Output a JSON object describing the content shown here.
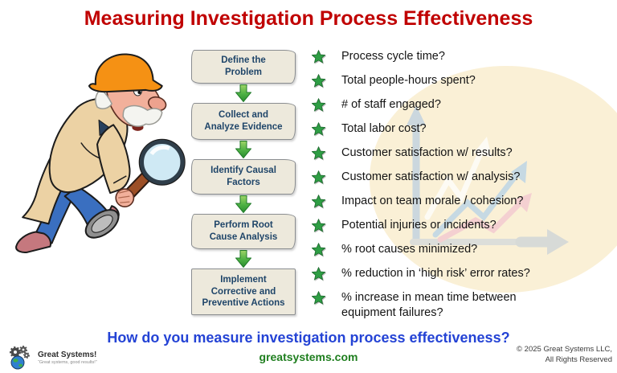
{
  "title": "Measuring Investigation Process Effectiveness",
  "flowchart": {
    "steps": [
      {
        "label": "Define the\nProblem"
      },
      {
        "label": "Collect and\nAnalyze Evidence"
      },
      {
        "label": "Identify Causal\nFactors"
      },
      {
        "label": "Perform Root\nCause Analysis"
      },
      {
        "label": "Implement\nCorrective and\nPreventive Actions"
      }
    ]
  },
  "metrics": {
    "items": [
      "Process cycle time?",
      "Total people-hours spent?",
      "# of staff engaged?",
      "Total labor cost?",
      "Customer satisfaction w/ results?",
      "Customer satisfaction w/ analysis?",
      "Impact on team morale / cohesion?",
      "Potential injuries or incidents?",
      "% root causes minimized?",
      "% reduction in ‘high risk’ error rates?",
      "% increase in mean time between\nequipment failures?"
    ]
  },
  "footer": {
    "question": "How do you measure investigation process effectiveness?",
    "website": "greatsystems.com",
    "copyright_line1": "© 2025 Great Systems LLC,",
    "copyright_line2": "All Rights Reserved"
  },
  "logo": {
    "name": "Great Systems!",
    "tagline": "“Great systems, good results!”"
  },
  "icons": {
    "bullet": "star-icon",
    "flow_arrow": "down-arrow-icon",
    "logo": "gears-globe-icon",
    "illustration": "detective-with-magnifying-glass"
  },
  "colors": {
    "title": "#C00000",
    "question": "#2443D5",
    "website": "#1E7E1E",
    "star": "#2E9E44",
    "arrow_green": "#3DA643",
    "box_fill": "#EDE9DC",
    "box_text": "#1F4569",
    "watermark_circle": "#FAF0D6"
  }
}
